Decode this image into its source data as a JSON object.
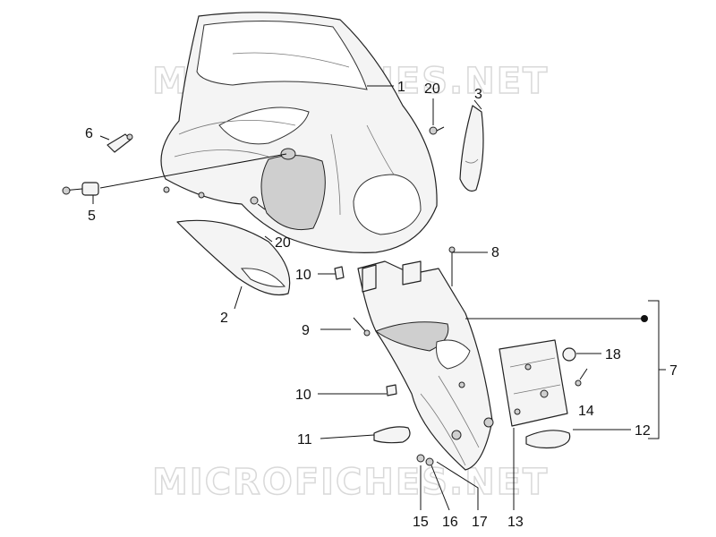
{
  "watermark": "MICROFICHES.NET",
  "labels": {
    "p1": "1",
    "p2": "2",
    "p3": "3",
    "p5": "5",
    "p6": "6",
    "p7": "7",
    "p8": "8",
    "p9": "9",
    "p10a": "10",
    "p10b": "10",
    "p11": "11",
    "p12": "12",
    "p13": "13",
    "p14": "14",
    "p15": "15",
    "p16": "16",
    "p17": "17",
    "p18": "18",
    "p20a": "20",
    "p20b": "20"
  }
}
